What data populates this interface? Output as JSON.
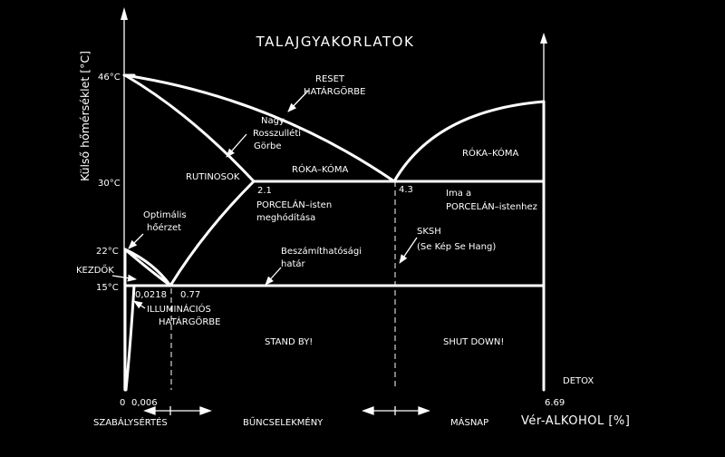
{
  "title": "TALAJGYAKORLATOK",
  "axes": {
    "y_label": "Külső hőmérséklet [°C]",
    "x_label": "Vér-ALKOHOL [%]"
  },
  "y_ticks": [
    "46°C",
    "30°C",
    "22°C",
    "15°C"
  ],
  "x_ticks": [
    "0",
    "0,006",
    "0,0218",
    "0.77",
    "2.1",
    "4.3",
    "6.69"
  ],
  "regions": {
    "rutinosok": "RUTINOSOK",
    "roka_koma_center": "RÓKA–KÓMA",
    "roka_koma_right": "RÓKA–KÓMA",
    "porcelan_left_1": "PORCELÁN–isten",
    "porcelan_left_2": "meghódítása",
    "porcelan_right_1": "Ima a",
    "porcelan_right_2": "PORCELÁN–istenhez",
    "stand_by": "STAND BY!",
    "shut_down": "SHUT DOWN!",
    "detox": "DETOX"
  },
  "annotations": {
    "reset_1": "RESET",
    "reset_2": "HATÁRGÖRBE",
    "nagy_1": "Nagy",
    "nagy_2": "Rosszulléti",
    "nagy_3": "Görbe",
    "opt_1": "Optimális",
    "opt_2": "hőérzet",
    "kezdok": "KEZDŐK",
    "illum_1": "ILLUMINÁCIÓS",
    "illum_2": "HATÁRGÖRBE",
    "besz_1": "Beszámíthatósági",
    "besz_2": "határ",
    "sksh_1": "SKSH",
    "sksh_2": "(Se Kép Se Hang)"
  },
  "bottom_phases": {
    "szabalysertes": "SZABÁLYSÉRTÉS",
    "buncselekmeny": "BŰNCSELEKMÉNY",
    "masnap": "MÁSNAP"
  },
  "colors": {
    "background": "#000000",
    "ink": "#ffffff"
  }
}
